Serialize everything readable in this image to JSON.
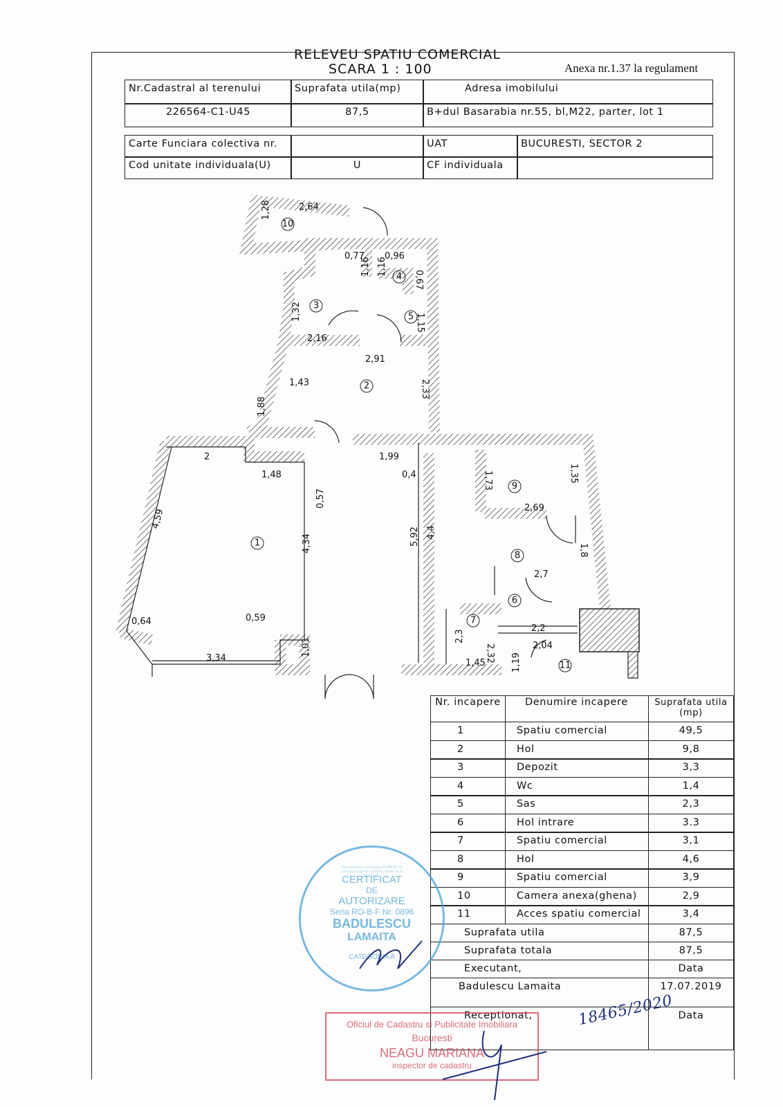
{
  "header": {
    "title": "RELEVEU SPATIU COMERCIAL",
    "scale": "SCARA 1 : 100",
    "annex": "Anexa nr.1.37 la regulament"
  },
  "info_table": {
    "headers": [
      "Nr.Cadastral al terenului",
      "Suprafata utila(mp)",
      "Adresa imobilului"
    ],
    "values": [
      "226564-C1-U45",
      "87,5",
      "B+dul Basarabia nr.55, bl,M22, parter, lot 1"
    ]
  },
  "cf_table": {
    "carte_funciara_label": "Carte Funciara colectiva nr.",
    "carte_funciara_value": "",
    "uat_label": "UAT",
    "uat_value": "BUCURESTI, SECTOR 2",
    "cod_label": "Cod unitate individuala(U)",
    "cod_value": "U",
    "cf_ind_label": "CF individuala",
    "cf_ind_value": ""
  },
  "plan": {
    "room_numbers": [
      "1",
      "2",
      "3",
      "4",
      "5",
      "6",
      "7",
      "8",
      "9",
      "10",
      "11"
    ],
    "dimensions": [
      "2,64",
      "1,28",
      "0,77",
      "0,96",
      "1,16",
      "1,16",
      "0,67",
      "1,32",
      "1,15",
      "2,16",
      "2,91",
      "1,43",
      "1,88",
      "2,33",
      "2",
      "1,48",
      "1,99",
      "0,4",
      "0,57",
      "1,73",
      "1,35",
      "4,59",
      "2,69",
      "4,34",
      "5,92",
      "4,4",
      "1,8",
      "2,7",
      "0,64",
      "0,59",
      "2,3",
      "2,32",
      "2,2",
      "2,04",
      "3,34",
      "1,01",
      "1,45",
      "1,19"
    ]
  },
  "rooms_table": {
    "headers": [
      "Nr. incapere",
      "Denumire incapere",
      "Suprafata utila (mp)"
    ],
    "rows": [
      [
        "1",
        "Spatiu comercial",
        "49,5"
      ],
      [
        "2",
        "Hol",
        "9,8"
      ],
      [
        "3",
        "Depozit",
        "3,3"
      ],
      [
        "4",
        "Wc",
        "1,4"
      ],
      [
        "5",
        "Sas",
        "2,3"
      ],
      [
        "6",
        "Hol intrare",
        "3.3"
      ],
      [
        "7",
        "Spatiu comercial",
        "3,1"
      ],
      [
        "8",
        "Hol",
        "4,6"
      ],
      [
        "9",
        "Spatiu comercial",
        "3,9"
      ],
      [
        "10",
        "Camera anexa(ghena)",
        "2,9"
      ],
      [
        "11",
        "Acces spatiu comercial",
        "3,4"
      ]
    ],
    "suprafata_utila_label": "Suprafata utila",
    "suprafata_utila": "87,5",
    "suprafata_totala_label": "Suprafata totala",
    "suprafata_totala": "87,5",
    "executant_label": "Executant,",
    "data_label": "Data",
    "executant_name": "Badulescu Lamaita",
    "executant_date": "17.07.2019",
    "receptionat_label": "Receptionat,",
    "receptionat_data_label": "Data",
    "handwritten_number": "18465/2020"
  },
  "stamps": {
    "blue": [
      "Persoana fizica autorizata de ANCPI sa execute lucrari de cadastru, geodezie si cartografie",
      "CERTIFICAT",
      "DE",
      "AUTORIZARE",
      "Seria RO-B-F Nr. 0896",
      "BADULESCU",
      "LAMAITA",
      "CATEGORIA A"
    ],
    "red": [
      "Oficiul de Cadastru si Publicitate Imobiliara",
      "Bucuresti",
      "NEAGU MARIANA",
      "inspector de cadastru"
    ]
  },
  "colors": {
    "stamp_blue": "#4aa3d6",
    "stamp_red": "#d0485a",
    "ink": "#1e2f7a"
  }
}
